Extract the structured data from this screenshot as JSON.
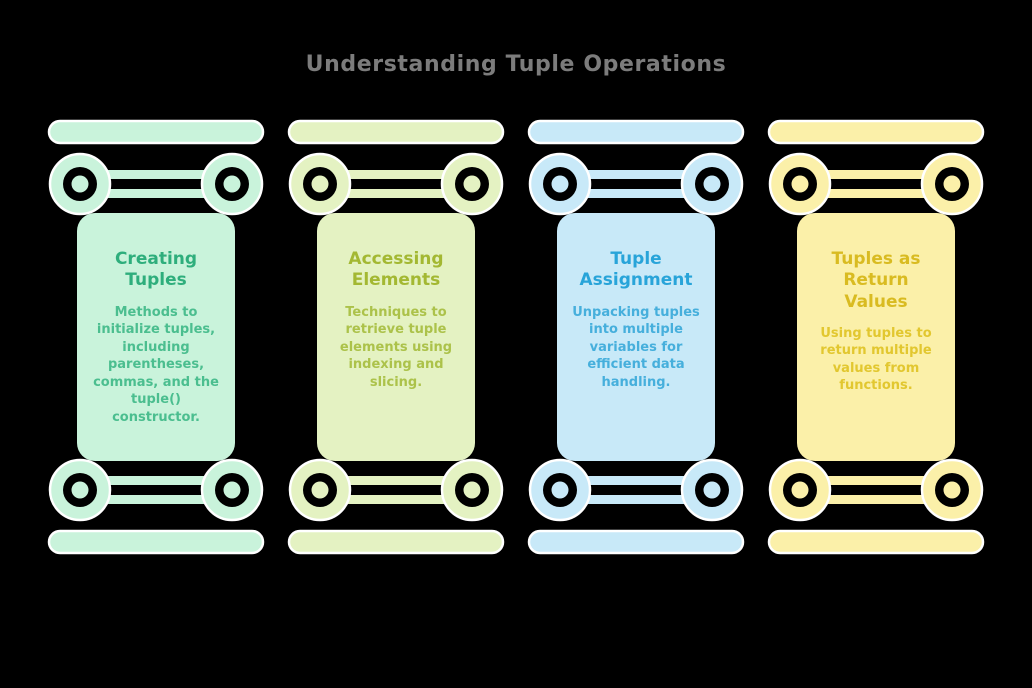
{
  "title": "Understanding Tuple Operations",
  "title_color": "#7c7c7c",
  "background_color": "#000000",
  "columns": [
    {
      "id": "creating-tuples",
      "title": "Creating Tuples",
      "description": "Methods to initialize tuples, including parentheses, commas, and the tuple() constructor.",
      "fill": "#c9f3db",
      "title_color": "#2eae7c",
      "desc_color": "#4bbe8f",
      "graphic": "greek-column-icon"
    },
    {
      "id": "accessing-elements",
      "title": "Accessing Elements",
      "description": "Techniques to retrieve tuple elements using indexing and slicing.",
      "fill": "#e4f2c2",
      "title_color": "#a3b832",
      "desc_color": "#acc24a",
      "graphic": "greek-column-icon"
    },
    {
      "id": "tuple-assignment",
      "title": "Tuple Assignment",
      "description": "Unpacking tuples into multiple variables for efficient data handling.",
      "fill": "#c8e9f8",
      "title_color": "#28a4d9",
      "desc_color": "#46afdc",
      "graphic": "greek-column-icon"
    },
    {
      "id": "tuples-as-return-values",
      "title": "Tuples as Return Values",
      "description": "Using tuples to return multiple values from functions.",
      "fill": "#fbf0a9",
      "title_color": "#d9bb21",
      "desc_color": "#e2c72f",
      "graphic": "greek-column-icon"
    }
  ]
}
